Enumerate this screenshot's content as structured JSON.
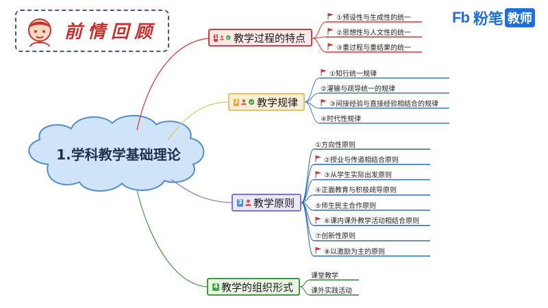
{
  "header": {
    "review_title": "前情回顾",
    "brand_mark": "Fb",
    "brand_name": "粉笔",
    "brand_tag": "教师"
  },
  "root": {
    "label": "1.学科教学基础理论"
  },
  "branches": [
    {
      "label": "教学过程的特点",
      "number": "1",
      "border_color": "#d23b3b",
      "line_color": "#d8312b",
      "leaves": [
        {
          "text": "①预设性与生成性的统一",
          "flag": true
        },
        {
          "text": "②思想性与人文性的统一",
          "flag": true
        },
        {
          "text": "③重过程与重结果的统一",
          "flag": true
        }
      ]
    },
    {
      "label": "教学规律",
      "number": "2",
      "border_color": "#e5c064",
      "line_color": "#3a78c2",
      "leaves": [
        {
          "text": "①知行统一规律",
          "flag": true
        },
        {
          "text": "②灌输与疏导统一的规律",
          "flag": false
        },
        {
          "text": "③间接经验与直接经验相结合的规律",
          "flag": true
        },
        {
          "text": "④时代性规律",
          "flag": false
        }
      ]
    },
    {
      "label": "教学原则",
      "number": "3",
      "border_color": "#7a74c8",
      "line_color": "#1f5fb0",
      "leaves": [
        {
          "text": "①方向性原则",
          "flag": false
        },
        {
          "text": "②授业与传道相结合原则",
          "flag": true
        },
        {
          "text": "③从学生实际出发原则",
          "flag": true
        },
        {
          "text": "④正面教育与积极疏导原则",
          "flag": false
        },
        {
          "text": "⑤师生民主合作原则",
          "flag": false
        },
        {
          "text": "⑥课内课外教学活动相结合原则",
          "flag": true
        },
        {
          "text": "⑦创新性原则",
          "flag": false
        },
        {
          "text": "⑧以激励为主的原则",
          "flag": true
        }
      ]
    },
    {
      "label": "教学的组织形式",
      "number": "4",
      "border_color": "#3e9a3a",
      "line_color": "#2e7d32",
      "leaves": [
        {
          "text": "课堂教学",
          "flag": false
        },
        {
          "text": "课外实践活动",
          "flag": false
        }
      ]
    }
  ]
}
